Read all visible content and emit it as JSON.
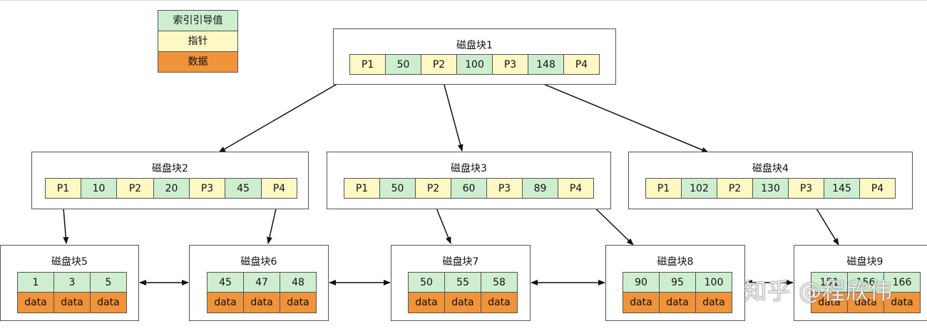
{
  "legend": {
    "key_label": "索引引导值",
    "pointer_label": "指针",
    "data_label": "数据"
  },
  "colors": {
    "key": "#cdeecf",
    "pointer": "#fdf8c4",
    "data": "#f0933a"
  },
  "blocks": [
    {
      "title": "磁盘块1",
      "cells": [
        "P1",
        "50",
        "P2",
        "100",
        "P3",
        "148",
        "P4"
      ]
    },
    {
      "title": "磁盘块2",
      "cells": [
        "P1",
        "10",
        "P2",
        "20",
        "P3",
        "45",
        "P4"
      ]
    },
    {
      "title": "磁盘块3",
      "cells": [
        "P1",
        "50",
        "P2",
        "60",
        "P3",
        "89",
        "P4"
      ]
    },
    {
      "title": "磁盘块4",
      "cells": [
        "P1",
        "102",
        "P2",
        "130",
        "P3",
        "145",
        "P4"
      ]
    },
    {
      "title": "磁盘块5",
      "keys": [
        "1",
        "3",
        "5"
      ],
      "data": [
        "data",
        "data",
        "data"
      ]
    },
    {
      "title": "磁盘块6",
      "keys": [
        "45",
        "47",
        "48"
      ],
      "data": [
        "data",
        "data",
        "data"
      ]
    },
    {
      "title": "磁盘块7",
      "keys": [
        "50",
        "55",
        "58"
      ],
      "data": [
        "data",
        "data",
        "data"
      ]
    },
    {
      "title": "磁盘块8",
      "keys": [
        "90",
        "95",
        "100"
      ],
      "data": [
        "data",
        "data",
        "data"
      ]
    },
    {
      "title": "磁盘块9",
      "keys": [
        "151",
        "156",
        "166"
      ],
      "data": [
        "data",
        "data",
        "data"
      ]
    }
  ],
  "watermark": "知乎 @程欣伟"
}
